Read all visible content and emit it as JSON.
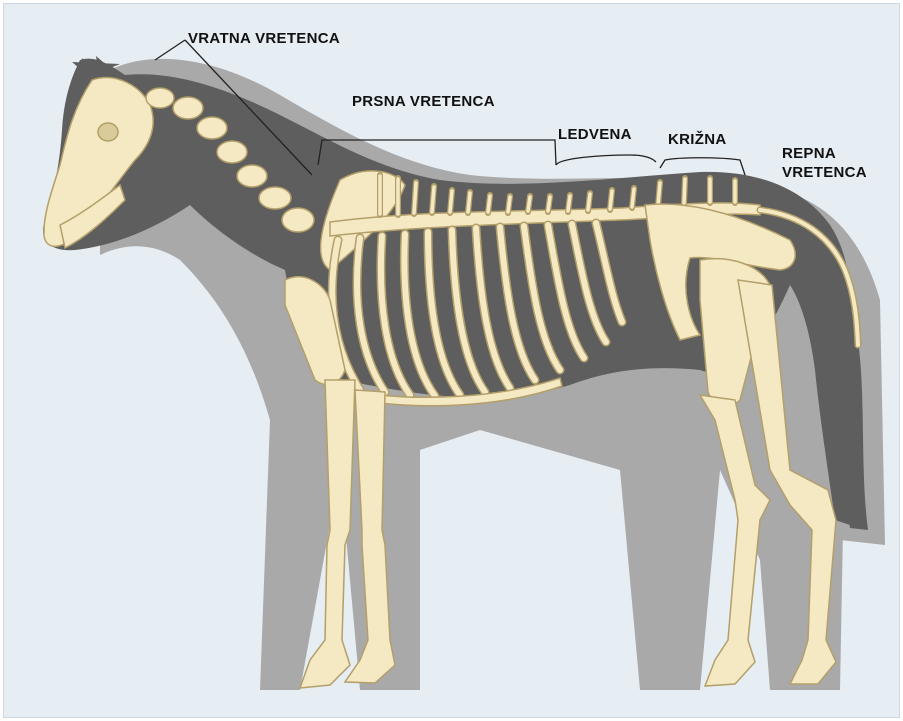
{
  "labels": {
    "vratna": "VRATNA VRETENCA",
    "prsna": "PRSNA VRETENCA",
    "ledvena": "LEDVENA",
    "krizna": "KRIŽNA",
    "repna_line1": "REPNA",
    "repna_line2": "VRETENCA"
  },
  "colors": {
    "background": "#e6edf3",
    "silhouette": "#5e5e5e",
    "shadow": "#a9a9a9",
    "bone": "#f4e9c3",
    "bone_outline": "#b39f6a",
    "label_text": "#111111"
  }
}
